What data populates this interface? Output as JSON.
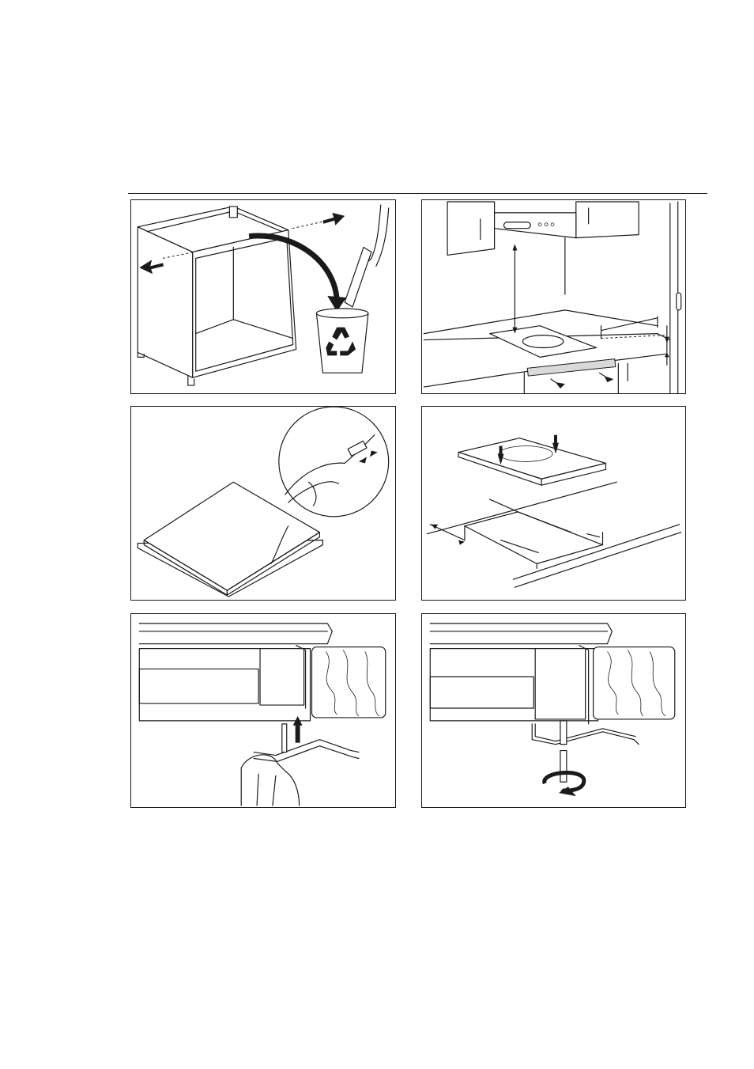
{
  "document": {
    "figures": [
      {
        "id": 1,
        "icon": "cabinet-remove-panel-icon"
      },
      {
        "id": 2,
        "icon": "kitchen-clearance-dimensions-icon"
      },
      {
        "id": 3,
        "icon": "apply-seal-strip-icon"
      },
      {
        "id": 4,
        "icon": "insert-hob-cutout-icon"
      },
      {
        "id": 5,
        "icon": "attach-bracket-icon"
      },
      {
        "id": 6,
        "icon": "tighten-screw-icon"
      }
    ],
    "recycle_icon": "recycle-icon"
  }
}
